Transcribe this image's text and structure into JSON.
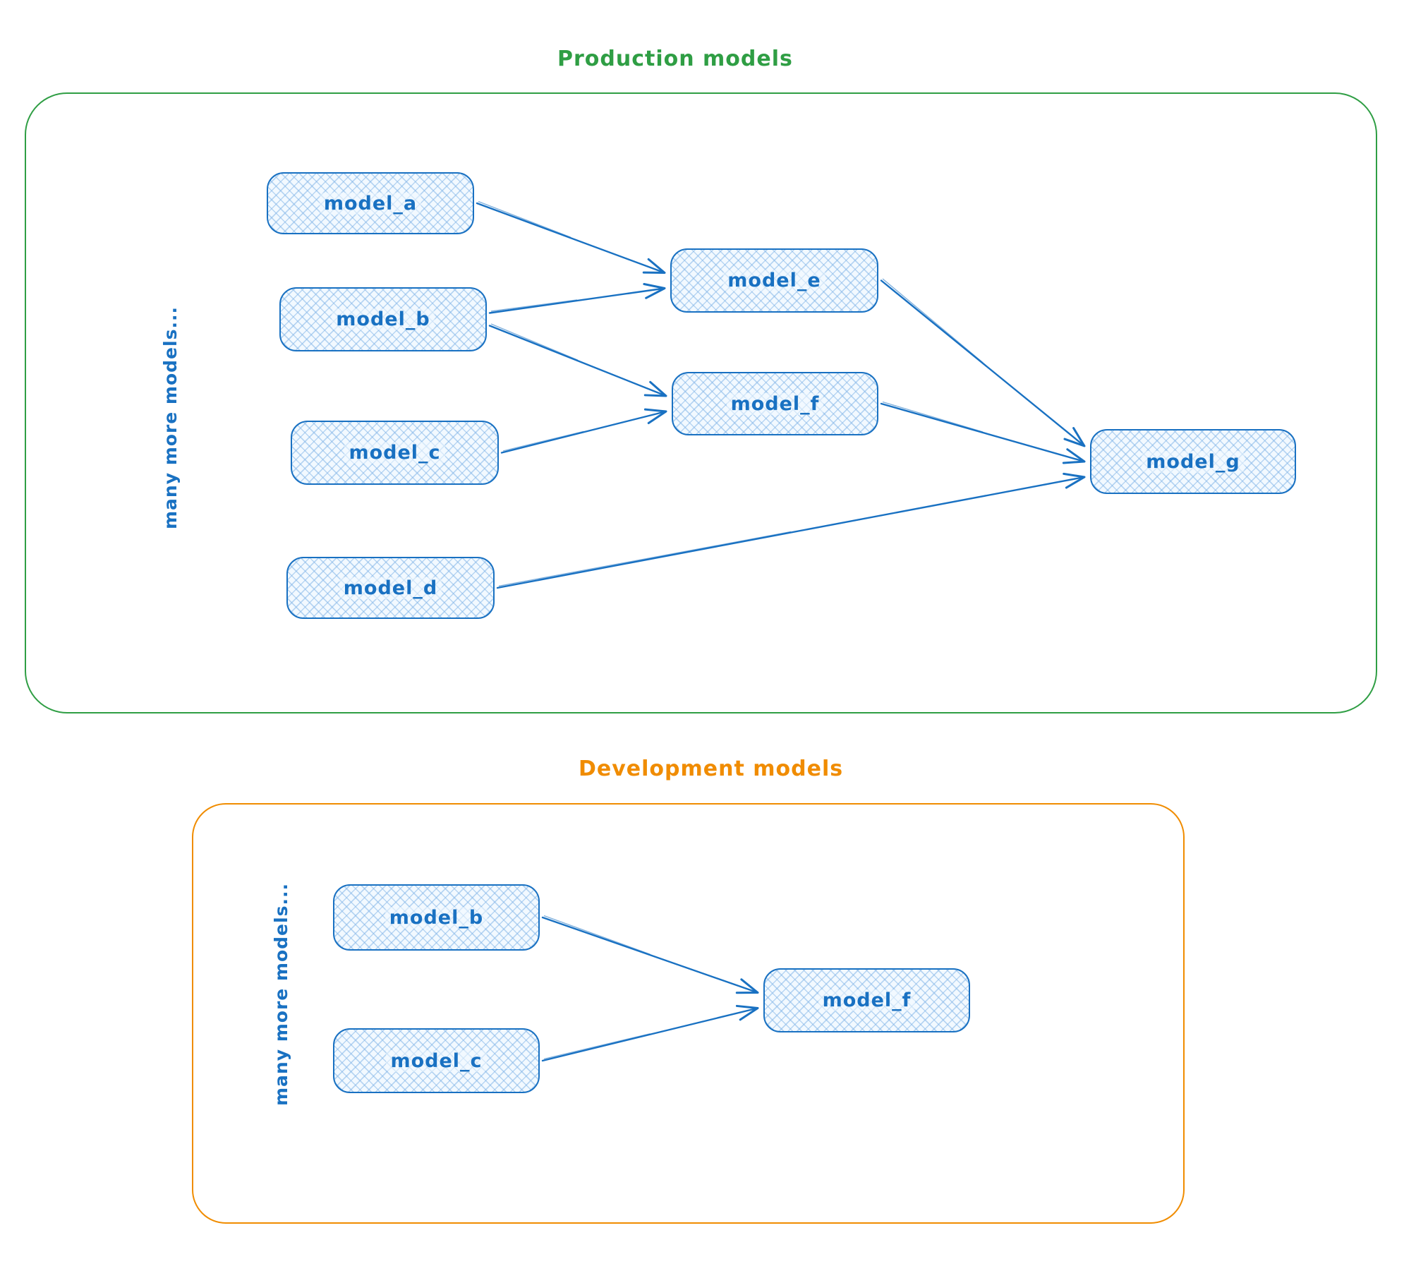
{
  "production": {
    "title": "Production models",
    "side_label": "many more models...",
    "nodes": [
      {
        "id": "model_a",
        "label": "model_a"
      },
      {
        "id": "model_b",
        "label": "model_b"
      },
      {
        "id": "model_c",
        "label": "model_c"
      },
      {
        "id": "model_d",
        "label": "model_d"
      },
      {
        "id": "model_e",
        "label": "model_e"
      },
      {
        "id": "model_f",
        "label": "model_f"
      },
      {
        "id": "model_g",
        "label": "model_g"
      }
    ],
    "edges": [
      {
        "from": "model_a",
        "to": "model_e"
      },
      {
        "from": "model_b",
        "to": "model_e"
      },
      {
        "from": "model_b",
        "to": "model_f"
      },
      {
        "from": "model_c",
        "to": "model_f"
      },
      {
        "from": "model_e",
        "to": "model_g"
      },
      {
        "from": "model_f",
        "to": "model_g"
      },
      {
        "from": "model_d",
        "to": "model_g"
      }
    ]
  },
  "development": {
    "title": "Development models",
    "side_label": "many more models...",
    "nodes": [
      {
        "id": "model_b",
        "label": "model_b"
      },
      {
        "id": "model_c",
        "label": "model_c"
      },
      {
        "id": "model_f",
        "label": "model_f"
      }
    ],
    "edges": [
      {
        "from": "model_b",
        "to": "model_f"
      },
      {
        "from": "model_c",
        "to": "model_f"
      }
    ]
  },
  "colors": {
    "production_accent": "#2f9e44",
    "development_accent": "#f08c00",
    "node_stroke": "#1971c2",
    "node_fill": "#d6e9fb",
    "node_text": "#1971c2",
    "arrow": "#1971c2"
  }
}
